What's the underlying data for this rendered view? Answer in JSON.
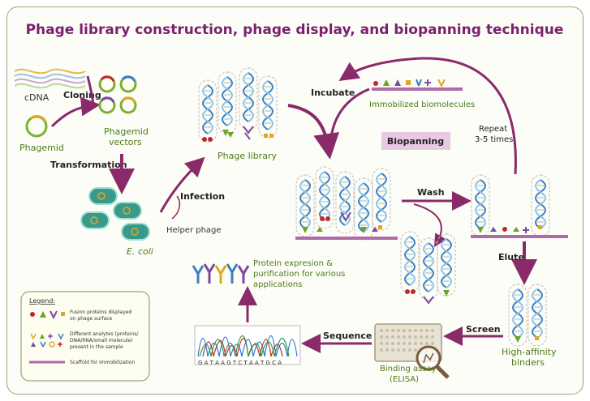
{
  "title": "Phage library construction, phage display, and biopanning technique",
  "labels": {
    "cdna": "cDNA",
    "cloning": "Cloning",
    "phagemid": "Phagemid",
    "phagemid_vectors_1": "Phagemid",
    "phagemid_vectors_2": "vectors",
    "transformation": "Transformation",
    "ecoli": "E. coli",
    "infection": "Infection",
    "helper_phage": "Helper phage",
    "phage_library": "Phage library",
    "incubate": "Incubate",
    "immobilized": "Immobilized biomolecules",
    "biopanning": "Biopanning",
    "repeat_1": "Repeat",
    "repeat_2": "3-5 times",
    "wash": "Wash",
    "elute": "Elute",
    "high_affinity_1": "High-affinity",
    "high_affinity_2": "binders",
    "screen": "Screen",
    "binding_assay_1": "Binding assay",
    "binding_assay_2": "(ELISA)",
    "sequence": "Sequence",
    "dna_sequence": "G A T A A G T C T A A T G C A",
    "protein_1": "Protein expresion &",
    "protein_2": "purification for various",
    "protein_3": "applications"
  },
  "legend": {
    "heading": "Legend:",
    "item1_1": "Fusion proteins displayed",
    "item1_2": "on phage surface",
    "item2_1": "Different analytes (proteins/",
    "item2_2": "DNA/RNA/small molecule)",
    "item2_3": "present in the sample",
    "item3": "Scaffold for immobilization"
  },
  "colors": {
    "title": "#7b1f6e",
    "arrow": "#8a2a6a",
    "green_text": "#4a7a1a",
    "scaffold": "#b06aa8",
    "biopanning_box": "#e9c8e3",
    "helix_blue": "#3a7fc1",
    "red": "#c0282d",
    "green": "#6aa32a",
    "purple": "#7a4aa0",
    "yellow": "#e0a820"
  }
}
